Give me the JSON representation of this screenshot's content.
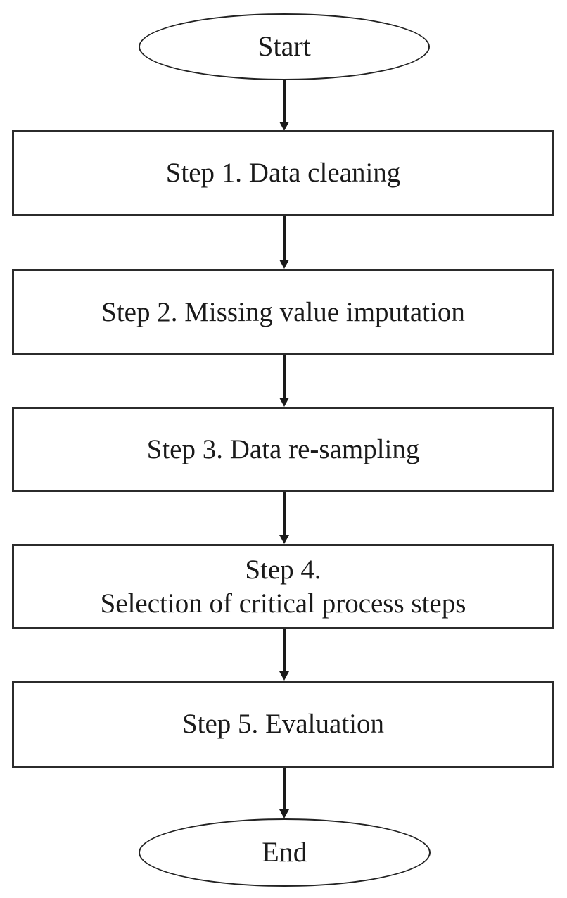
{
  "flowchart": {
    "nodes": [
      {
        "id": "start",
        "type": "terminator",
        "label": "Start"
      },
      {
        "id": "step1",
        "type": "process",
        "label": "Step 1. Data cleaning"
      },
      {
        "id": "step2",
        "type": "process",
        "label": "Step 2. Missing value imputation"
      },
      {
        "id": "step3",
        "type": "process",
        "label": "Step 3. Data re-sampling"
      },
      {
        "id": "step4",
        "type": "process",
        "label": "Step 4.\nSelection of critical process steps"
      },
      {
        "id": "step5",
        "type": "process",
        "label": "Step 5. Evaluation"
      },
      {
        "id": "end",
        "type": "terminator",
        "label": "End"
      }
    ],
    "edges": [
      {
        "from": "start",
        "to": "step1"
      },
      {
        "from": "step1",
        "to": "step2"
      },
      {
        "from": "step2",
        "to": "step3"
      },
      {
        "from": "step3",
        "to": "step4"
      },
      {
        "from": "step4",
        "to": "step5"
      },
      {
        "from": "step5",
        "to": "end"
      }
    ],
    "colors": {
      "background": "#ffffff",
      "node_fill": "#ffffff",
      "node_border": "#2b2b2b",
      "arrow": "#1a1a1a",
      "text": "#1a1a1a"
    }
  }
}
